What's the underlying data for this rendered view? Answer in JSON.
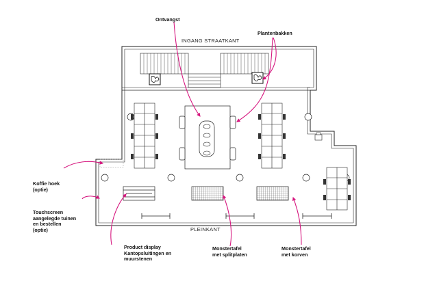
{
  "plan": {
    "top_edge_label": "INGANG STRAATKANT",
    "bottom_edge_label": "PLEINKANT"
  },
  "callouts": {
    "ontvangst": "Ontvangst",
    "plantenbakken": "Plantenbakken",
    "koffie_1": "Koffie hoek",
    "koffie_2": "(optie)",
    "touch_1": "Touchscreen",
    "touch_2": "aangelegde tuinen",
    "touch_3": "en bestellen",
    "touch_4": "(optie)",
    "product_1": "Product display",
    "product_2": "Kantopsluitingen en",
    "product_3": "muurstenen",
    "monster_split_1": "Monstertafel",
    "monster_split_2": "met splitplaten",
    "monster_korven_1": "Monstertafel",
    "monster_korven_2": "met korven"
  },
  "colors": {
    "accent_arrow": "#d6177f",
    "line": "#222222"
  }
}
